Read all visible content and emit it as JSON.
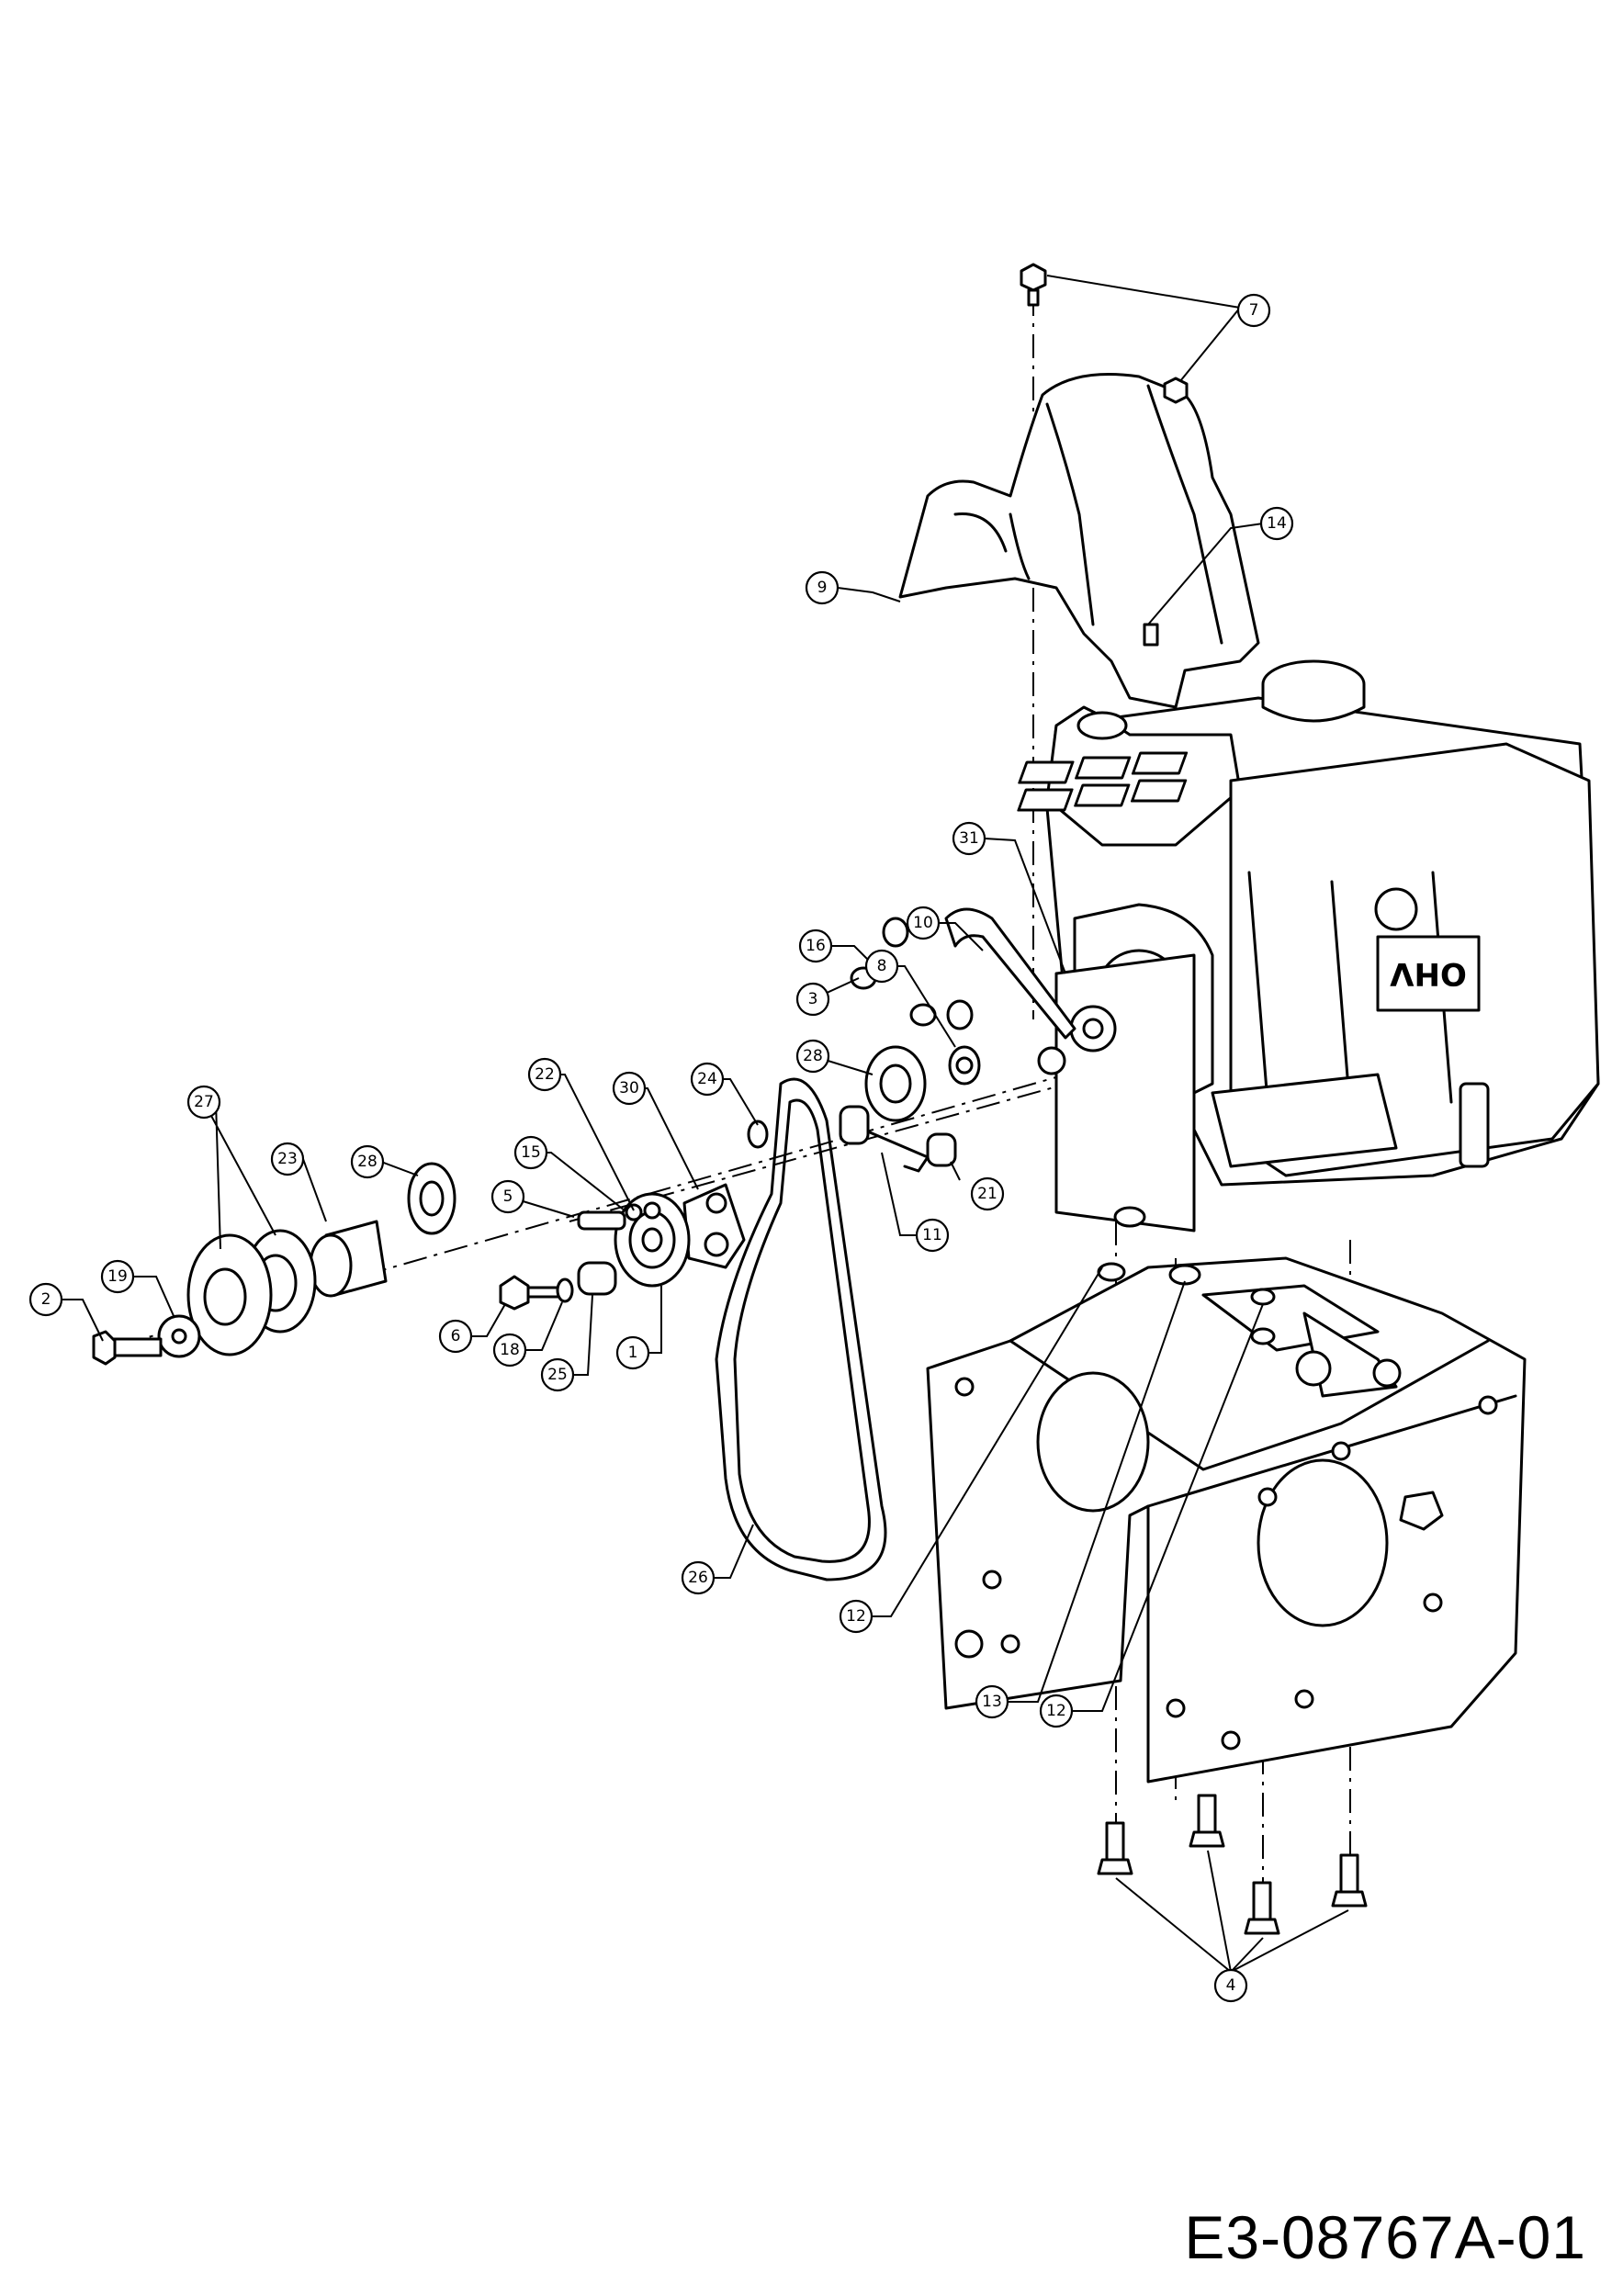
{
  "drawing_id": "E3-08767A-01",
  "engine_badge": "OHV",
  "callouts": [
    "7",
    "14",
    "9",
    "31",
    "10",
    "16",
    "8",
    "3",
    "28",
    "22",
    "30",
    "24",
    "15",
    "5",
    "21",
    "11",
    "27",
    "23",
    "28",
    "2",
    "19",
    "6",
    "18",
    "25",
    "1",
    "26",
    "12",
    "13",
    "12",
    "4"
  ]
}
